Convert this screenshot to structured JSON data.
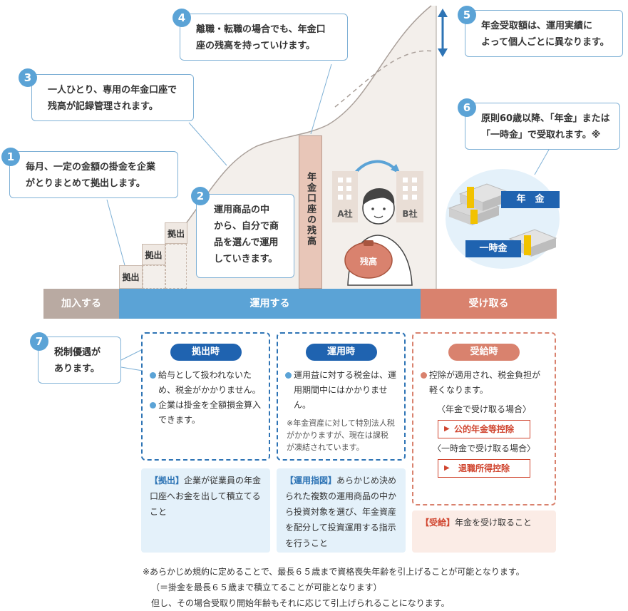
{
  "callouts": {
    "c1": {
      "num": "1",
      "text1": "毎月、一定の金額の掛金を企業",
      "text2": "がとりまとめて拠出します。"
    },
    "c2": {
      "num": "2",
      "text1": "運用商品の中",
      "text2": "から、自分で商",
      "text3": "品を選んで運用",
      "text4": "していきます。"
    },
    "c3": {
      "num": "3",
      "text1": "一人ひとり、専用の年金口座で",
      "text2": "残高が記録管理されます。"
    },
    "c4": {
      "num": "4",
      "text1": "離職・転職の場合でも、年金口",
      "text2": "座の残高を持っていけます。"
    },
    "c5": {
      "num": "5",
      "text1": "年金受取額は、運用実績に",
      "text2": "よって個人ごとに異なります。"
    },
    "c6": {
      "num": "6",
      "text1": "原則60歳以降、「年金」または",
      "text2": "「一時金」で受取れます。※"
    },
    "c7": {
      "num": "7",
      "text1": "税制優遇が",
      "text2": "あります。"
    }
  },
  "steps": {
    "s1": "拠出",
    "s2": "拠出",
    "s3": "拠出"
  },
  "balance_label": "年金口座の残高",
  "companies": {
    "a": "A社",
    "b": "B社"
  },
  "purse_label": "残高",
  "payout_labels": {
    "annuity": "年　金",
    "lump": "一時金"
  },
  "timeline": {
    "join": "加入する",
    "invest": "運用する",
    "receive": "受け取る"
  },
  "tax": {
    "contribute": {
      "title": "拠出時",
      "bullet1": "給与として扱われないため、税金がかかりません。",
      "bullet2": "企業は掛金を全額損金算入できます。"
    },
    "invest": {
      "title": "運用時",
      "bullet1": "運用益に対する税金は、運用期間中にはかかりません。",
      "note": "※年金資産に対して特別法人税がかかりますが、現在は課税が凍結されています。"
    },
    "receive": {
      "title": "受給時",
      "bullet1": "控除が適用され、税金負担が軽くなります。",
      "case1": "〈年金で受け取る場合〉",
      "deduct1": "公的年金等控除",
      "case2": "〈一時金で受け取る場合〉",
      "deduct2": "退職所得控除"
    }
  },
  "definitions": {
    "contribute": {
      "term": "【拠出】",
      "desc": "企業が従業員の年金口座へお金を出して積立てること"
    },
    "invest": {
      "term": "【運用指図】",
      "desc": "あらかじめ決められた複数の運用商品の中から投資対象を選び、年金資産を配分して投資運用する指示を行うこと"
    },
    "receive": {
      "term": "【受給】",
      "desc": "年金を受け取ること"
    }
  },
  "footnotes": {
    "line1": "※あらかじめ規約に定めることで、最長６５歳まで資格喪失年齢を引上げることが可能となります。",
    "line2": "（＝掛金を最長６５歳まで積立てることが可能となります）",
    "line3": "但し、その場合受取り開始年齢もそれに応じて引上げられることになります。"
  },
  "colors": {
    "accent_blue": "#5ba3d6",
    "dark_blue": "#2e74b5",
    "salmon": "#d9826e",
    "join_gray": "#b9aaa2",
    "area_fill": "#f3efeb",
    "light_blue_bg": "#e4f1fa",
    "pink_bg": "#fbece6"
  }
}
